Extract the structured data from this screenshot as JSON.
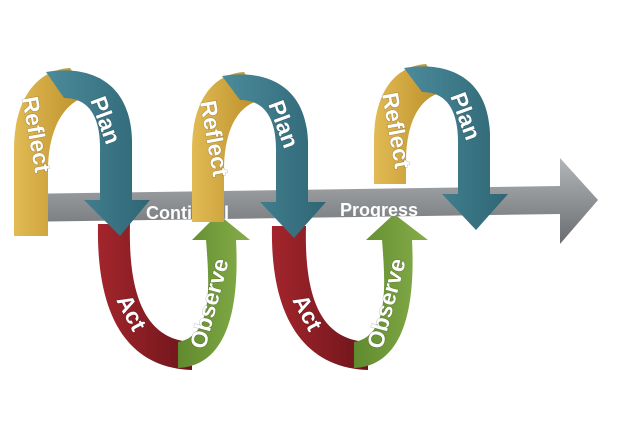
{
  "arrow": {
    "label_left": "Continual",
    "label_right": "Progress"
  },
  "cycles": [
    {
      "reflect": "Reflect",
      "plan": "Plan",
      "act": "Act",
      "observe": "Observe"
    },
    {
      "reflect": "Reflect",
      "plan": "Plan",
      "act": "Act",
      "observe": "Observe"
    },
    {
      "reflect": "Reflect",
      "plan": "Plan"
    }
  ],
  "colors": {
    "reflect": "#d6a93a",
    "plan": "#3f7d8c",
    "act": "#8b1f26",
    "observe": "#6f9a3a",
    "arrow": "#8c8f92"
  }
}
